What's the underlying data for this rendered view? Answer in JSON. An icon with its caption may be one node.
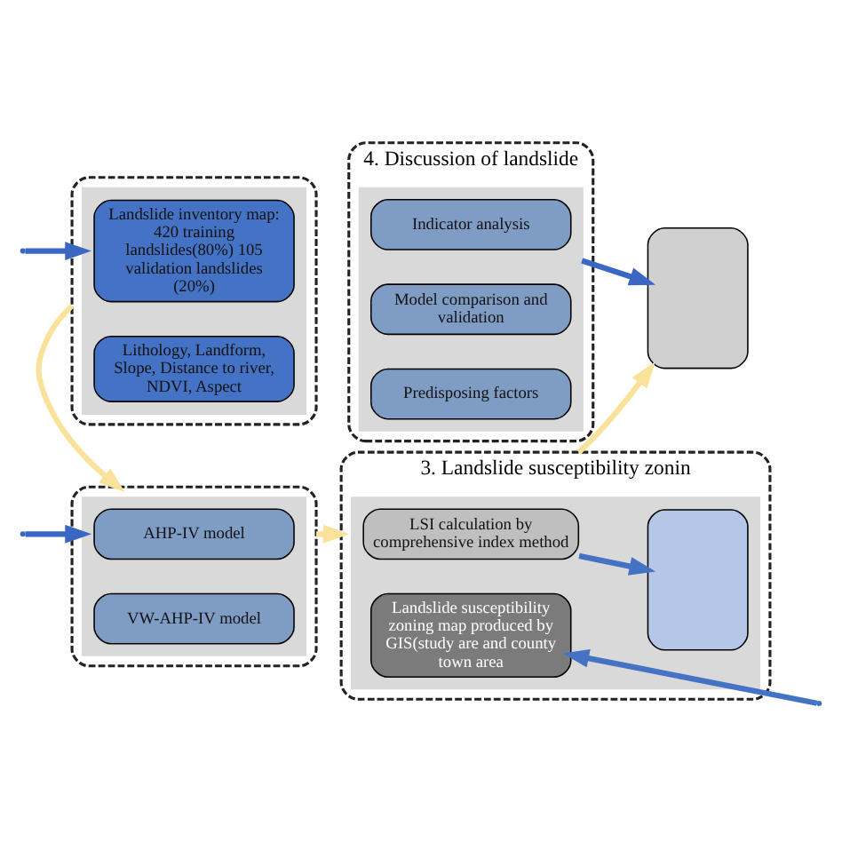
{
  "diagram": {
    "nodes": [
      {
        "text": [],
        "shape": "box"
      },
      {
        "text": [],
        "shape": "box",
        "in": 0
      },
      {
        "text": [
          "Landslide inventory map: 420 training landslides(80%) 105 validation landslides (20%)"
        ],
        "in": 1
      },
      {
        "text": [
          "Lithology, Landform, Slope, Distance to river, NDVI, Aspect"
        ],
        "in": 1
      },
      {
        "text": [
          "4. Discussion of landslide"
        ]
      },
      {
        "text": [],
        "shape": "box",
        "in": 4
      },
      {
        "text": [
          "Indicator analysis"
        ],
        "in": 5
      },
      {
        "text": [
          "Model comparison and validation"
        ],
        "in": 5
      },
      {
        "text": [
          "Predisposing factors"
        ],
        "in": 5
      },
      {
        "text": [],
        "shape": "box"
      },
      {
        "text": [],
        "shape": "box"
      },
      {
        "text": [],
        "shape": "box",
        "in": 10
      },
      {
        "text": [
          "AHP-IV model"
        ],
        "in": 11
      },
      {
        "text": [
          "VW-AHP-IV model"
        ],
        "in": 11
      },
      {
        "text": [
          "3. Landslide susceptibility zonin"
        ]
      },
      {
        "text": [],
        "shape": "box",
        "in": 14
      },
      {
        "text": [
          "LSI calculation by comprehensive index method"
        ],
        "in": 15
      },
      {
        "text": [
          "Landslide susceptibility zoning map produced by GIS(study are and county town area"
        ],
        "in": 15
      },
      {
        "text": [],
        "shape": "box",
        "in": 15
      }
    ],
    "edges": [
      {
        "from": null,
        "to": 1,
        "arrow": "to",
        "color": "#3a66c4"
      },
      {
        "from": 0,
        "to": 10,
        "arrow": "to",
        "color": "#fbe29a"
      },
      {
        "from": null,
        "to": 11,
        "arrow": "to",
        "color": "#3a66c4"
      },
      {
        "from": 10,
        "to": 14,
        "arrow": "to",
        "color": "#fbe29a"
      },
      {
        "from": 16,
        "to": 18,
        "arrow": "to",
        "color": "#4472c4"
      },
      {
        "from": null,
        "to": 17,
        "arrow": "to",
        "color": "#4472c4"
      },
      {
        "from": 14,
        "to": 9,
        "arrow": "to",
        "color": "#fbe29a"
      },
      {
        "from": 5,
        "to": 9,
        "arrow": "to",
        "color": "#3a66c4"
      }
    ]
  }
}
